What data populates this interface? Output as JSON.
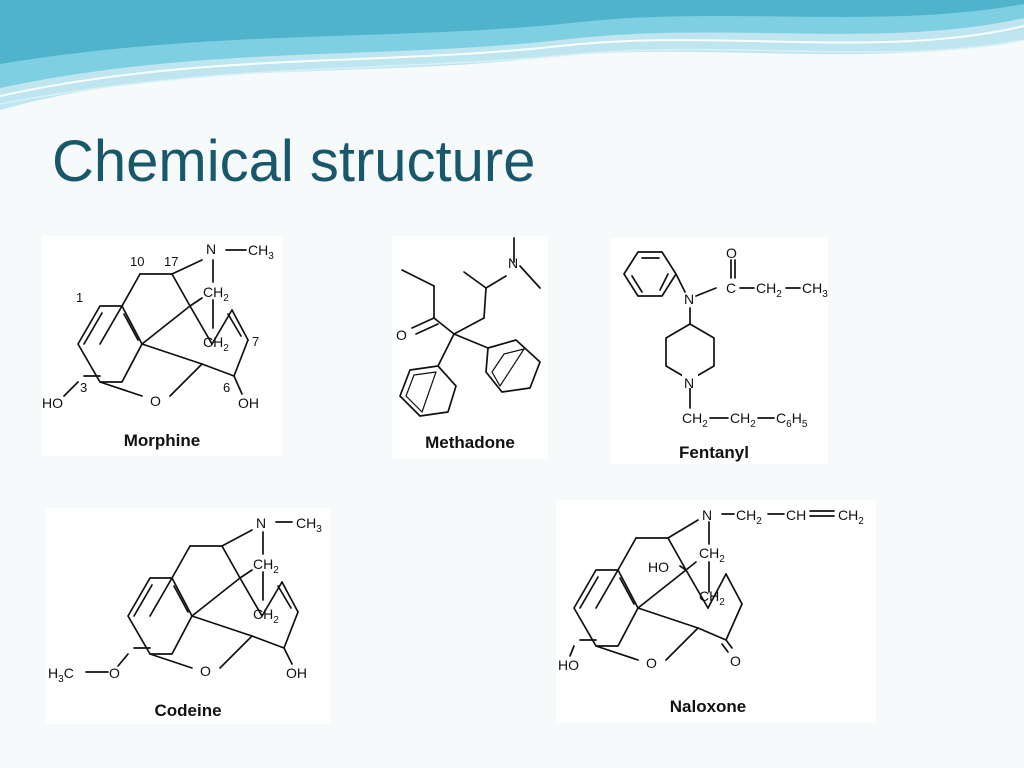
{
  "slide": {
    "title": "Chemical structure",
    "theme_colors": {
      "title": "#19586a",
      "wave_dark": "#5fbfd6",
      "wave_light": "#bfe6f0",
      "background": "#f7fafb"
    }
  },
  "molecules": [
    {
      "name": "Morphine",
      "labels": {
        "n": "N",
        "ch3": "CH",
        "ch3_sub": "3",
        "ch2a": "CH",
        "ch2a_sub": "2",
        "ch2b": "CH",
        "ch2b_sub": "2",
        "ho": "HO",
        "oh": "OH",
        "o": "O",
        "pos_10": "10",
        "pos_17": "17",
        "pos_1": "1",
        "pos_3": "3",
        "pos_6": "6",
        "pos_7": "7"
      }
    },
    {
      "name": "Methadone",
      "labels": {
        "n": "N",
        "o": "O"
      }
    },
    {
      "name": "Fentanyl",
      "labels": {
        "n1": "N",
        "n2": "N",
        "o": "O",
        "c": "C",
        "ch2": "CH",
        "ch2_sub": "2",
        "ch3": "CH",
        "ch3_sub": "3",
        "chain_ch2a": "CH",
        "chain_ch2a_sub": "2",
        "chain_ch2b": "CH",
        "chain_ch2b_sub": "2",
        "c6h5_c": "C",
        "c6h5_6": "6",
        "c6h5_h": "H",
        "c6h5_5": "5"
      }
    },
    {
      "name": "Codeine",
      "labels": {
        "n": "N",
        "ch3": "CH",
        "ch3_sub": "3",
        "ch2a": "CH",
        "ch2a_sub": "2",
        "ch2b": "CH",
        "ch2b_sub": "2",
        "h3c_h": "H",
        "h3c_3": "3",
        "h3c_c": "C",
        "o_ether": "O",
        "o": "O",
        "oh": "OH"
      }
    },
    {
      "name": "Naloxone",
      "labels": {
        "n": "N",
        "ch2a": "CH",
        "ch2a_sub": "2",
        "ch": "CH",
        "ch2b": "CH",
        "ch2b_sub": "2",
        "ch2c": "CH",
        "ch2c_sub": "2",
        "ch2d": "CH",
        "ch2d_sub": "2",
        "ho_top": "HO",
        "ho": "HO",
        "o": "O",
        "o_keto": "O"
      }
    }
  ]
}
